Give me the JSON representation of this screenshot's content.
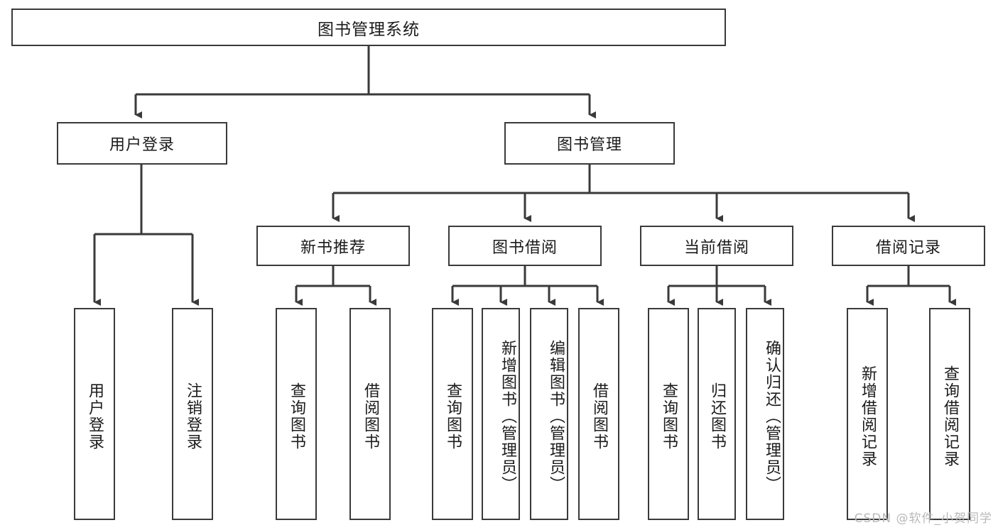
{
  "diagram": {
    "title": "图书管理系统",
    "watermark": "CSDN @软件_小贺同学",
    "level1": [
      {
        "label": "用户登录"
      },
      {
        "label": "图书管理"
      }
    ],
    "level2": [
      {
        "label": "新书推荐"
      },
      {
        "label": "图书借阅"
      },
      {
        "label": "当前借阅"
      },
      {
        "label": "借阅记录"
      }
    ],
    "leaves": {
      "user_login": [
        {
          "label": "用户登录"
        },
        {
          "label": "注销登录"
        }
      ],
      "new_book_recommend": [
        {
          "label": "查询图书"
        },
        {
          "label": "借阅图书"
        }
      ],
      "book_borrow": [
        {
          "label": "查询图书"
        },
        {
          "label": "新增图书（管理员）"
        },
        {
          "label": "编辑图书（管理员）"
        },
        {
          "label": "借阅图书"
        }
      ],
      "current_borrow": [
        {
          "label": "查询图书"
        },
        {
          "label": "归还图书"
        },
        {
          "label": "确认归还（管理员）"
        }
      ],
      "borrow_records": [
        {
          "label": "新增借阅记录"
        },
        {
          "label": "查询借阅记录"
        }
      ]
    },
    "colors": {
      "stroke": "#3a3a3a",
      "background": "#ffffff",
      "text": "#1b1b1b",
      "watermark": "#b9b9b9"
    }
  }
}
